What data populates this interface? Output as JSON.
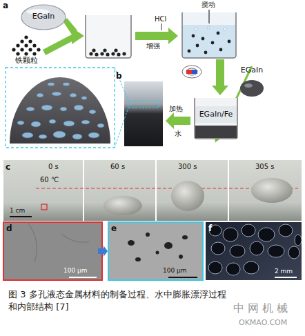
{
  "diagram": {
    "caption": "图 3 多孔液态金属材料的制备过程、水中膨胀漂浮过程和内部结构 [7]",
    "nodes": [
      {
        "text": [
          "EGaIn"
        ]
      },
      {
        "text": [
          "铁颗粒"
        ]
      },
      {
        "text": [
          "EGaIn"
        ]
      },
      {
        "text": [
          "EGaIn/Fe"
        ]
      }
    ],
    "edges": [
      {
        "from": 2,
        "to": 3,
        "arrow": "to"
      }
    ],
    "labels": [
      "a",
      "HCl",
      "增强",
      "搅动",
      "b",
      "加热",
      "水",
      "c",
      "0 s",
      "60 s",
      "300 s",
      "305 s",
      "60 ℃",
      "1 cm",
      "d",
      "100 μm",
      "e",
      "100 μm",
      "f",
      "2 mm",
      "中 网 机 械",
      "OKMAO.COM"
    ]
  }
}
